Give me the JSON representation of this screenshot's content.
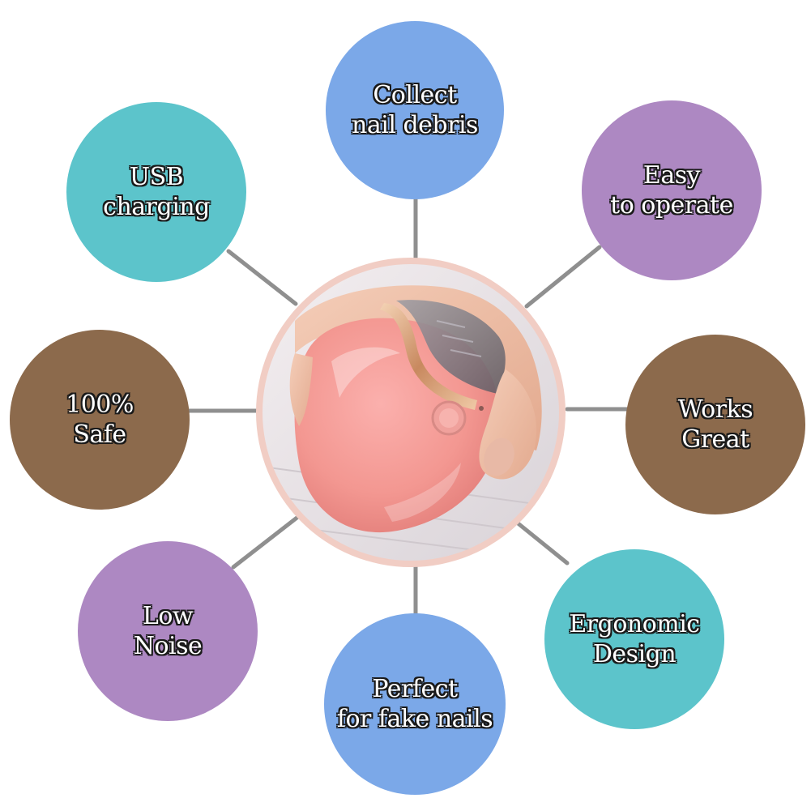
{
  "product_image": {
    "subject": "pink-electric-nail-trimmer-in-hand"
  },
  "features": [
    {
      "id": "collect-nail-debris",
      "lines": [
        "Collect",
        "nail debris"
      ],
      "color": "#7ba8e8"
    },
    {
      "id": "easy-to-operate",
      "lines": [
        "Easy",
        "to operate"
      ],
      "color": "#ad88c2"
    },
    {
      "id": "works-great",
      "lines": [
        "Works",
        "Great"
      ],
      "color": "#8c6a4c"
    },
    {
      "id": "ergonomic-design",
      "lines": [
        "Ergonomic",
        "Design"
      ],
      "color": "#5cc4cb"
    },
    {
      "id": "perfect-for-fake-nails",
      "lines": [
        "Perfect",
        "for fake nails"
      ],
      "color": "#7ba8e8"
    },
    {
      "id": "low-noise",
      "lines": [
        "Low",
        "Noise"
      ],
      "color": "#ad88c2"
    },
    {
      "id": "100-percent-safe",
      "lines": [
        "100%",
        "Safe"
      ],
      "color": "#8c6a4c"
    },
    {
      "id": "usb-charging",
      "lines": [
        "USB",
        "charging"
      ],
      "color": "#5cc4cb"
    }
  ]
}
